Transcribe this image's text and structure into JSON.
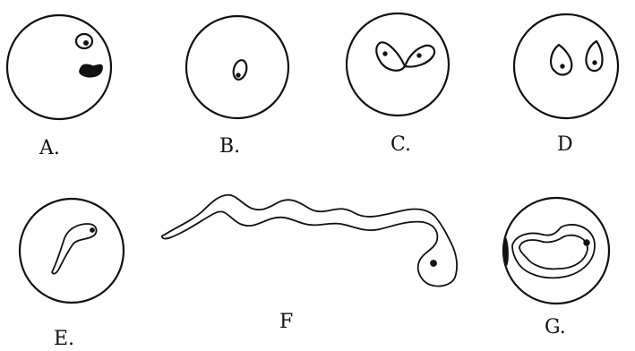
{
  "figures": [
    {
      "id": "A",
      "label": "A."
    },
    {
      "id": "B",
      "label": "B."
    },
    {
      "id": "C",
      "label": "C."
    },
    {
      "id": "D",
      "label": "D"
    },
    {
      "id": "E",
      "label": "E."
    },
    {
      "id": "F",
      "label": "F"
    },
    {
      "id": "G",
      "label": "G."
    }
  ],
  "colors": {
    "ink": "#111111",
    "paper": "#ffffff"
  }
}
